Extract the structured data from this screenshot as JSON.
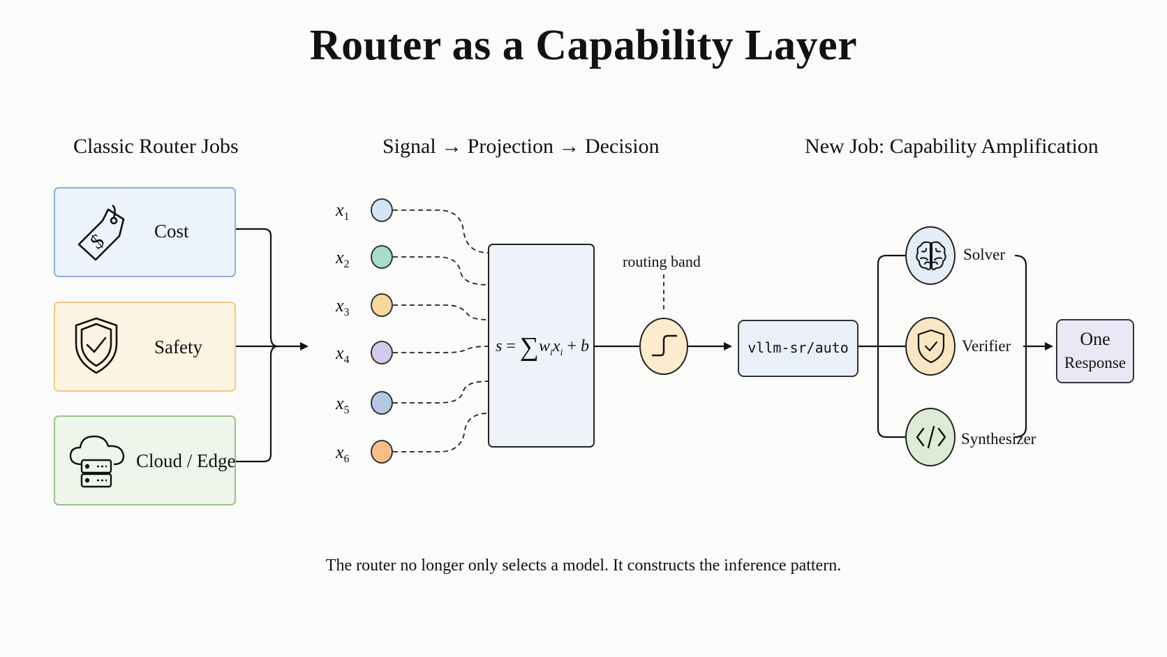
{
  "title": "Router as a Capability Layer",
  "sections": {
    "left": "Classic Router Jobs",
    "middle": "Signal → Projection → Decision",
    "right": "New Job: Capability Amplification"
  },
  "jobs": [
    {
      "label": "Cost",
      "icon": "price-tag-icon",
      "fill": "#edf3fb",
      "stroke": "#8aaedb"
    },
    {
      "label": "Safety",
      "icon": "shield-check-icon",
      "fill": "#fdf3e3",
      "stroke": "#f0c888"
    },
    {
      "label": "Cloud / Edge",
      "icon": "cloud-server-icon",
      "fill": "#eef5ea",
      "stroke": "#9cc08f"
    }
  ],
  "signals": [
    {
      "label": "x",
      "sub": "1",
      "color": "#d5e4f7"
    },
    {
      "label": "x",
      "sub": "2",
      "color": "#a8dccc"
    },
    {
      "label": "x",
      "sub": "3",
      "color": "#f9d89c"
    },
    {
      "label": "x",
      "sub": "4",
      "color": "#d4c8ec"
    },
    {
      "label": "x",
      "sub": "5",
      "color": "#b4c8e6"
    },
    {
      "label": "x",
      "sub": "6",
      "color": "#f7bf88"
    }
  ],
  "projection": {
    "formula_s": "s",
    "formula_eq": "=",
    "formula_sum": "∑",
    "formula_w": "w",
    "formula_wsub": "i",
    "formula_x": "x",
    "formula_xsub": "i",
    "formula_plus": "+",
    "formula_b": "b"
  },
  "routing_band_label": "routing band",
  "router_name": "vllm-sr/auto",
  "roles": [
    {
      "label": "Solver",
      "icon": "brain-icon",
      "fill": "#e3ecf8",
      "stroke": "#222"
    },
    {
      "label": "Verifier",
      "icon": "shield-check-icon",
      "fill": "#fbe6c3",
      "stroke": "#222"
    },
    {
      "label": "Synthesizer",
      "icon": "code-icon",
      "fill": "#deebd6",
      "stroke": "#222"
    }
  ],
  "output": {
    "line1": "One",
    "line2": "Response",
    "fill": "#ebe7f6",
    "stroke": "#333"
  },
  "caption": "The router no longer only selects a model. It constructs the inference pattern."
}
